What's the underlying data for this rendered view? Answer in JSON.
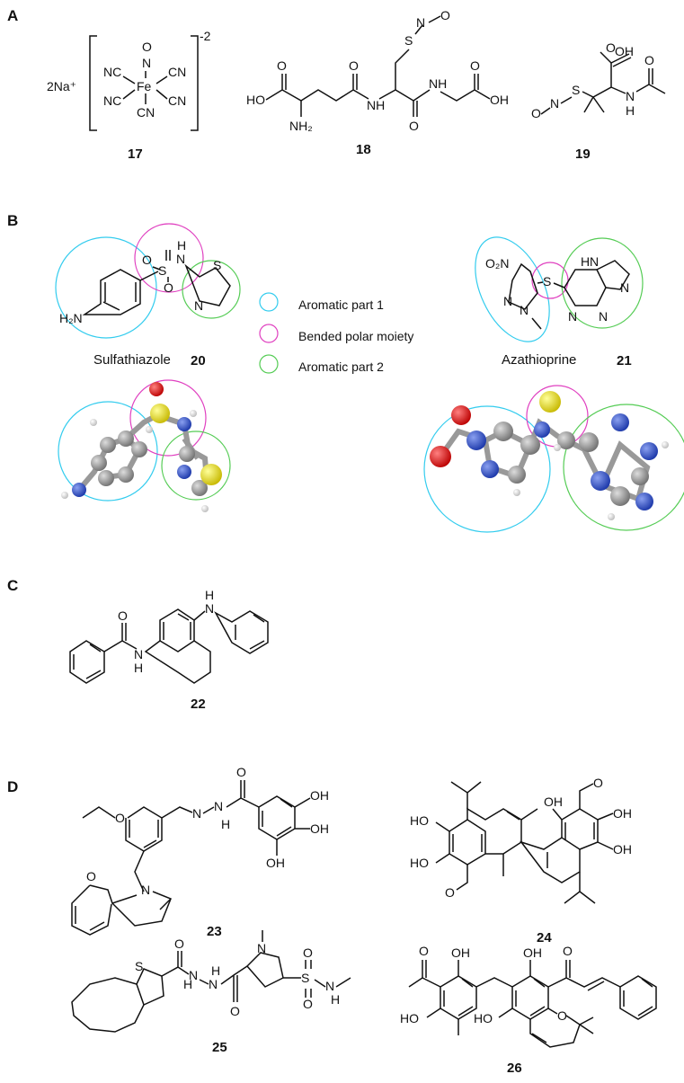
{
  "panels": {
    "a": "A",
    "b": "B",
    "c": "C",
    "d": "D"
  },
  "compounds": {
    "c17": "17",
    "c18": "18",
    "c19": "19",
    "c20": "20",
    "c21": "21",
    "c22": "22",
    "c23": "23",
    "c24": "24",
    "c25": "25",
    "c26": "26"
  },
  "names": {
    "sulfathiazole": "Sulfathiazole",
    "azathioprine": "Azathioprine"
  },
  "legend": {
    "part1": "Aromatic part 1",
    "polar": "Bended polar moiety",
    "part2": "Aromatic part 2"
  },
  "colors": {
    "aromatic1": "#33ccee",
    "polar": "#e040c0",
    "aromatic2": "#55cc55",
    "carbon": "#8a8a8a",
    "nitrogen": "#2a4cc8",
    "oxygen": "#dd1111",
    "sulfur": "#e6d800",
    "hydrogen": "#f2f2f2"
  },
  "labels": {
    "na": "2Na⁺",
    "charge": "-2",
    "fe": "Fe",
    "cn": "CN",
    "nc": "NC",
    "n": "N",
    "o": "O",
    "s": "S",
    "h": "H",
    "nh": "NH",
    "hn": "HN",
    "ho": "HO",
    "oh": "OH",
    "nh2": "NH₂",
    "h2n": "H₂N",
    "o2n": "O₂N",
    "nitroso_n": "N",
    "nitroso_o": "O"
  }
}
